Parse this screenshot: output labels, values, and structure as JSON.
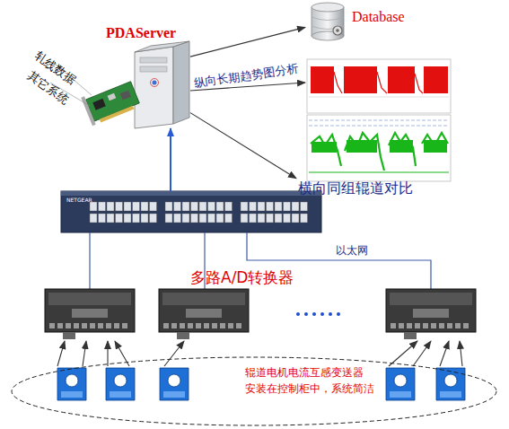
{
  "diagram": {
    "nodes": [
      {
        "text": [
          "PDAServer"
        ]
      },
      {
        "text": [
          "Database"
        ]
      },
      {
        "text": [
          "横向同组辊道对比"
        ]
      },
      {
        "text": [
          "NETGEAR"
        ]
      },
      {
        "text": [
          "辊道电机电流互感变送器 安装在控制柜中，系统简洁"
        ]
      }
    ],
    "edges": [
      {
        "from": 0,
        "to": 1,
        "arrow": "to"
      },
      {
        "from": 0,
        "to": 2,
        "arrow": "to"
      },
      {
        "from": 3,
        "to": 0,
        "arrow": "to"
      }
    ],
    "labels": [
      "轧线数据",
      "其它系统",
      "纵向长期趋势图分析",
      "多路A/D转换器",
      "以太网"
    ]
  }
}
